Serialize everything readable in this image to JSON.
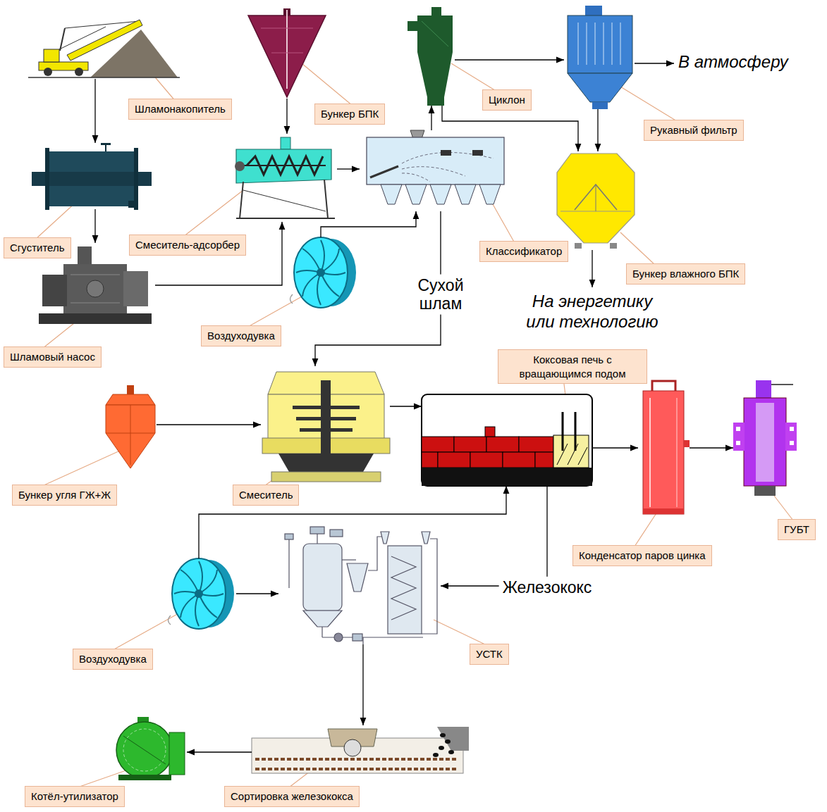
{
  "diagram": {
    "nodes": [
      {
        "text": [
          "Шламонакопитель"
        ]
      },
      {
        "text": [
          "Бункер БПК"
        ]
      },
      {
        "text": [
          "Циклон"
        ]
      },
      {
        "text": [
          "Рукавный фильтр"
        ]
      },
      {
        "text": [
          "Сгуститель"
        ]
      },
      {
        "text": [
          "Смеситель-адсорбер"
        ]
      },
      {
        "text": [
          "Классификатор"
        ]
      },
      {
        "text": [
          "Бункер влажного БПК"
        ]
      },
      {
        "text": [
          "Шламовый насос"
        ]
      },
      {
        "text": [
          "Воздуходувка"
        ]
      },
      {
        "text": [
          "Бункер угля ГЖ+Ж"
        ]
      },
      {
        "text": [
          "Смеситель"
        ]
      },
      {
        "text": [
          "Коксовая печь с вращающимся подом"
        ]
      },
      {
        "text": [
          "Конденсатор паров цинка"
        ]
      },
      {
        "text": [
          "ГУБТ"
        ]
      },
      {
        "text": [
          "Воздуходувка"
        ]
      },
      {
        "text": [
          "УСТК"
        ]
      },
      {
        "text": [
          "Котёл-утилизатор"
        ]
      },
      {
        "text": [
          "Сортировка железококса"
        ]
      }
    ],
    "edges": [
      {
        "from": 0,
        "to": 4,
        "arrow": "to"
      },
      {
        "from": 4,
        "to": 8,
        "arrow": "to"
      },
      {
        "from": 8,
        "to": 5,
        "arrow": "to"
      },
      {
        "from": 1,
        "to": 5,
        "arrow": "to"
      },
      {
        "from": 5,
        "to": 6,
        "arrow": "to"
      },
      {
        "from": 9,
        "to": 6,
        "arrow": "to"
      },
      {
        "from": 6,
        "to": 2,
        "arrow": "to"
      },
      {
        "from": 2,
        "to": 3,
        "arrow": "to"
      },
      {
        "from": 2,
        "to": 7,
        "arrow": "to"
      },
      {
        "from": 3,
        "to": 7,
        "arrow": "to"
      },
      {
        "from": 6,
        "to": 11,
        "label": "Сухой шлам",
        "arrow": "to"
      },
      {
        "from": 10,
        "to": 11,
        "arrow": "to"
      },
      {
        "from": 11,
        "to": 12,
        "arrow": "to"
      },
      {
        "from": 12,
        "to": 13,
        "arrow": "to"
      },
      {
        "from": 13,
        "to": 14,
        "arrow": "to"
      },
      {
        "from": 15,
        "to": 12,
        "arrow": "to"
      },
      {
        "from": 15,
        "to": 16,
        "arrow": "to"
      },
      {
        "from": 12,
        "to": 16,
        "label": "Железококс",
        "arrow": "to"
      },
      {
        "from": 16,
        "to": 18,
        "arrow": "to"
      },
      {
        "from": 18,
        "to": 17,
        "arrow": "to"
      }
    ],
    "labels": [
      "В атмосферу",
      "На энергетику или технологию"
    ]
  }
}
